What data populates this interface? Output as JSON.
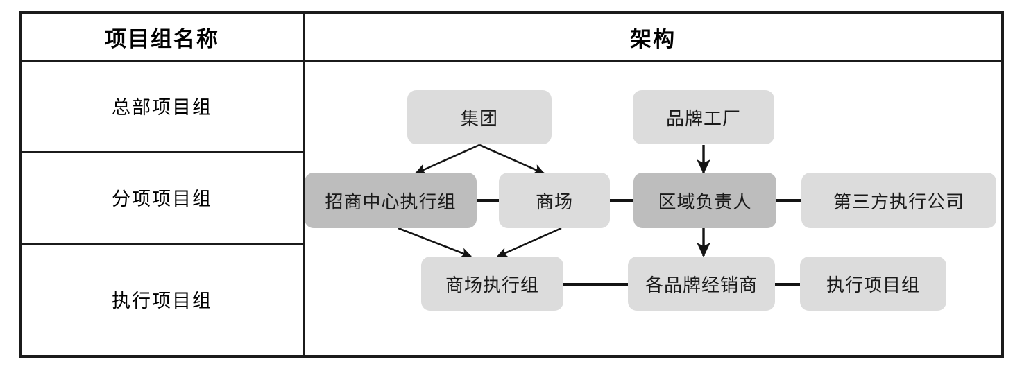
{
  "table": {
    "headers": {
      "left": "项目组名称",
      "right": "架构"
    },
    "rows": [
      {
        "label": "总部项目组"
      },
      {
        "label": "分项项目组"
      },
      {
        "label": "执行项目组"
      }
    ]
  },
  "diagram": {
    "nodes": [
      {
        "id": "group",
        "label": "集团",
        "tone": "light"
      },
      {
        "id": "brand-factory",
        "label": "品牌工厂",
        "tone": "light"
      },
      {
        "id": "invest-center",
        "label": "招商中心执行组",
        "tone": "dark"
      },
      {
        "id": "mall",
        "label": "商场",
        "tone": "light"
      },
      {
        "id": "region-head",
        "label": "区域负责人",
        "tone": "dark"
      },
      {
        "id": "third-party",
        "label": "第三方执行公司",
        "tone": "light"
      },
      {
        "id": "mall-exec",
        "label": "商场执行组",
        "tone": "light"
      },
      {
        "id": "brand-dealer",
        "label": "各品牌经销商",
        "tone": "light"
      },
      {
        "id": "exec-team",
        "label": "执行项目组",
        "tone": "light"
      }
    ],
    "connections": [
      {
        "from": "group",
        "to": "invest-center",
        "kind": "arrow"
      },
      {
        "from": "group",
        "to": "mall",
        "kind": "arrow"
      },
      {
        "from": "brand-factory",
        "to": "region-head",
        "kind": "arrow"
      },
      {
        "from": "region-head",
        "to": "brand-dealer",
        "kind": "arrow"
      },
      {
        "from": "invest-center",
        "to": "mall-exec",
        "kind": "arrow"
      },
      {
        "from": "mall",
        "to": "mall-exec",
        "kind": "arrow"
      },
      {
        "from": "invest-center",
        "to": "mall",
        "kind": "line"
      },
      {
        "from": "mall",
        "to": "region-head",
        "kind": "line"
      },
      {
        "from": "region-head",
        "to": "third-party",
        "kind": "line"
      },
      {
        "from": "mall-exec",
        "to": "brand-dealer",
        "kind": "line"
      },
      {
        "from": "brand-dealer",
        "to": "exec-team",
        "kind": "line"
      }
    ]
  },
  "colors": {
    "border": "#1b1b1b",
    "node_light": "#dcdcdc",
    "node_dark": "#bdbdbd",
    "connector": "#141414",
    "text": "#000000",
    "background": "#ffffff"
  }
}
